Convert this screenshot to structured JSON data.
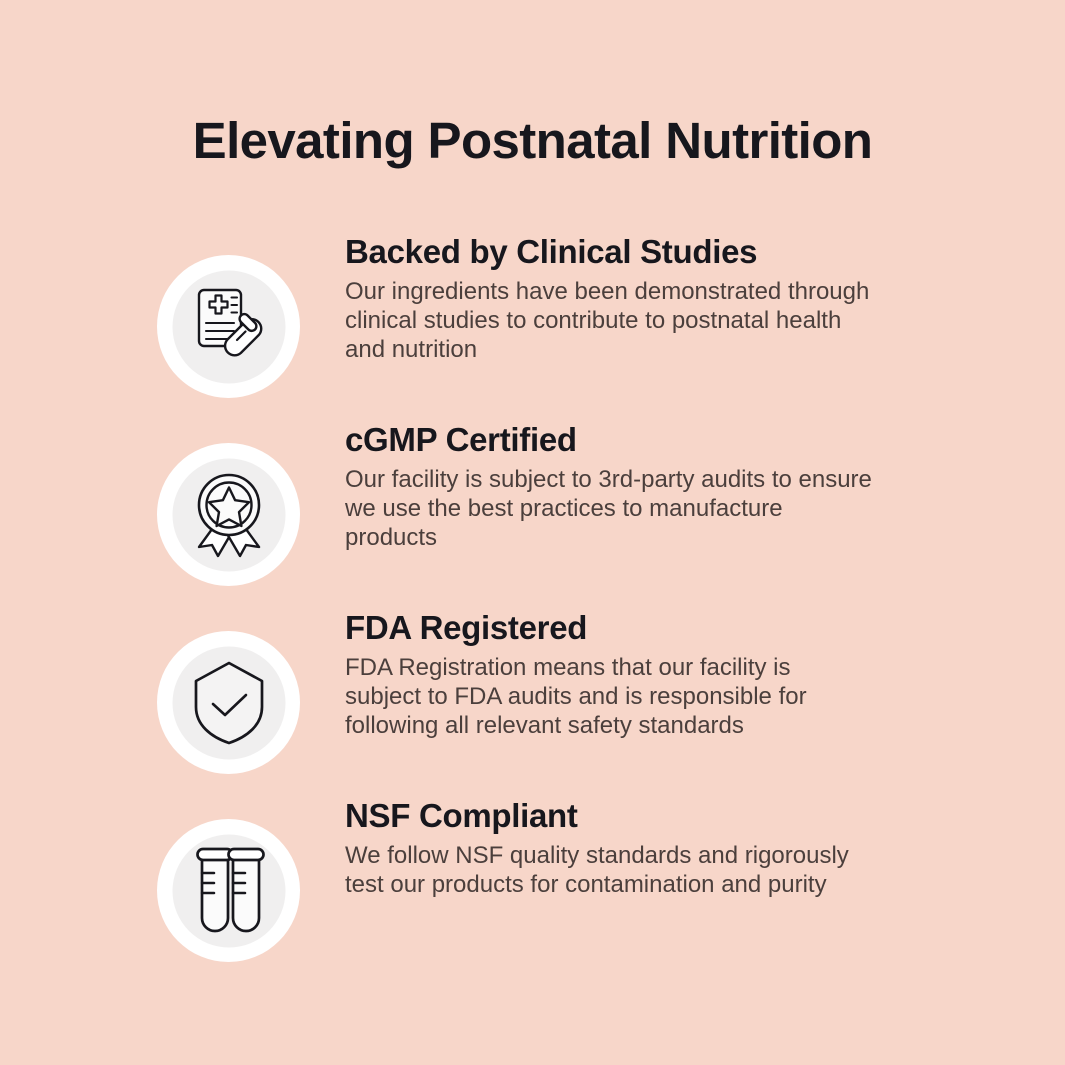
{
  "page": {
    "title": "Elevating Postnatal Nutrition",
    "background_color": "#f7d6c9",
    "heading_color": "#17171d",
    "body_color": "#4b3f3c",
    "badge_color": "#ffffff",
    "badge_inner_color": "#f0efef"
  },
  "features": [
    {
      "icon": "clipboard-test-tube-icon",
      "heading": "Backed by Clinical Studies",
      "body": "Our ingredients have been demonstrated through clinical studies to contribute to postnatal health and nutrition"
    },
    {
      "icon": "award-medal-star-icon",
      "heading": "cGMP Certified",
      "body": "Our facility is subject to 3rd-party audits to ensure we use the best practices to manufacture products"
    },
    {
      "icon": "shield-check-icon",
      "heading": "FDA Registered",
      "body": "FDA Registration means that our facility is subject to FDA audits and is responsible for following all relevant safety standards"
    },
    {
      "icon": "test-tubes-icon",
      "heading": "NSF Compliant",
      "body": "We follow NSF quality standards and rigorously test our products for contamination and purity"
    }
  ]
}
